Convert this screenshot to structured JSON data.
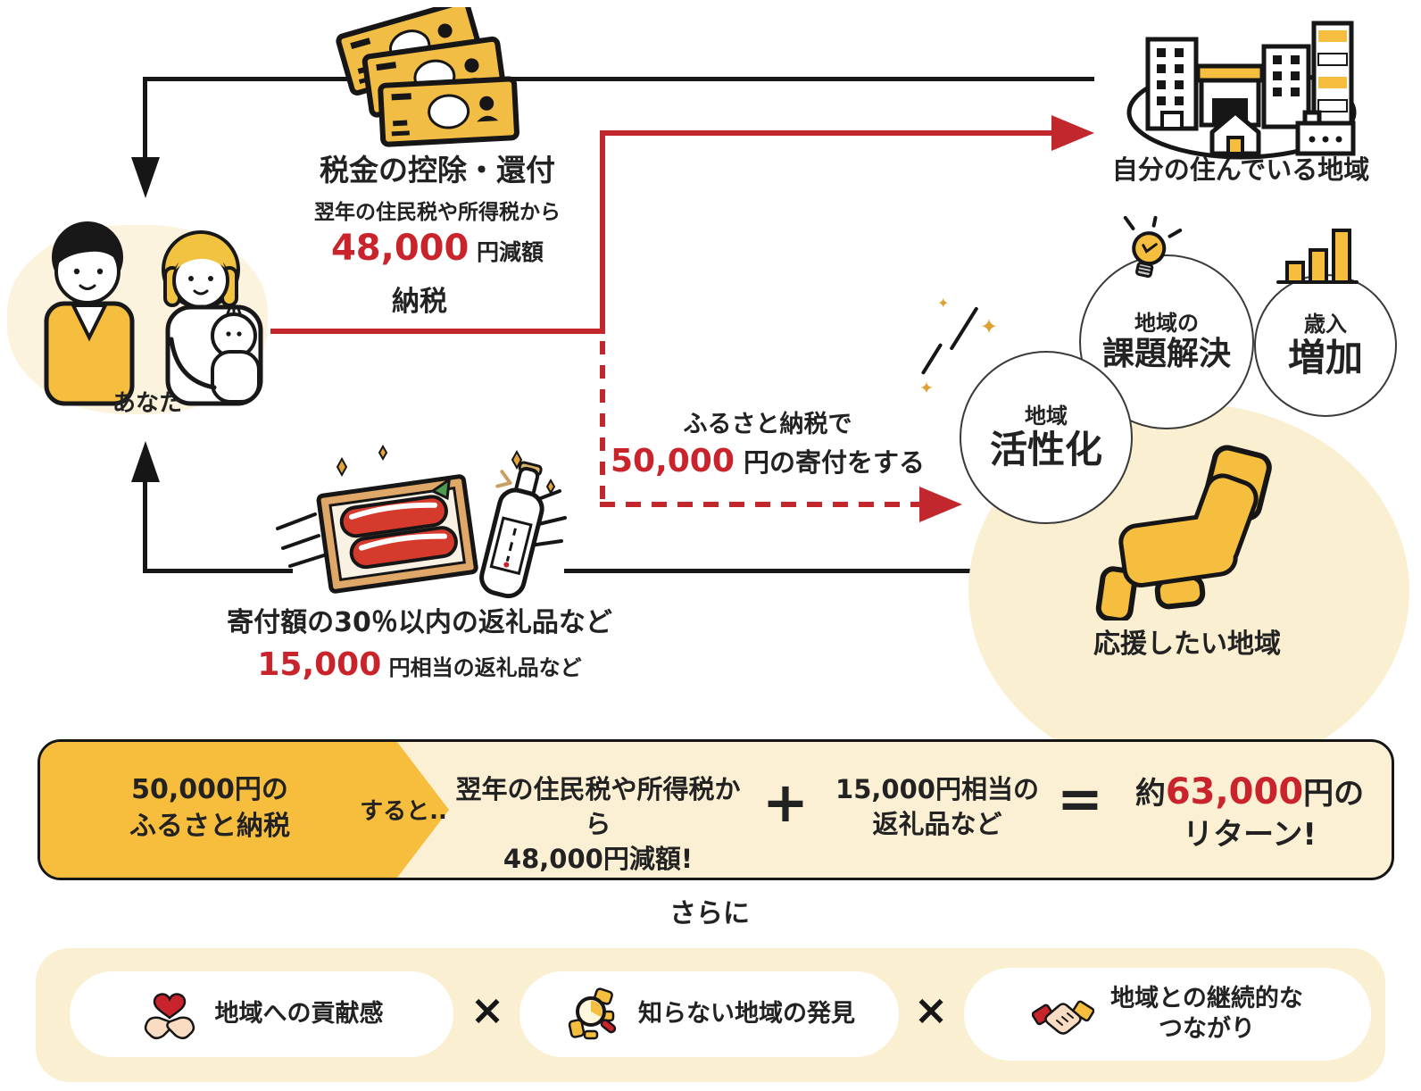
{
  "palette": {
    "accent_yellow": "#F6BE3E",
    "cream": "#FBF0D4",
    "red": "#C9242B",
    "arrow_red": "#C1272D",
    "line_black": "#161616",
    "text_dark": "#222222"
  },
  "diagram": {
    "you_label": "あなた",
    "tax_refund": {
      "title": "税金の控除・還付",
      "subtitle": "翌年の住民税や所得税から",
      "amount": "48,000",
      "amount_unit": "円減額"
    },
    "nozei_label": "納税",
    "home_region_label": "自分の住んでいる地域",
    "donation": {
      "line1": "ふるさと納税で",
      "amount": "50,000",
      "rest": "円の寄付をする"
    },
    "effects": {
      "solve_top": "地域の",
      "solve_main": "課題解決",
      "revenue_top": "歳入",
      "revenue_main": "増加",
      "vitalize_top": "地域",
      "vitalize_main": "活性化"
    },
    "support_region_label": "応援したい地域",
    "gift": {
      "line1": "寄付額の30％以内の返礼品など",
      "amount": "15,000",
      "rest": "円相当の返礼品など"
    }
  },
  "summary_banner": {
    "step1_line1": "50,000円の",
    "step1_line2": "ふるさと納税",
    "suruto": "すると..",
    "step2_line1": "翌年の住民税や所得税から",
    "step2_line2": "48,000円減額!",
    "plus": "+",
    "step3_line1": "15,000円相当の",
    "step3_line2": "返礼品など",
    "equals": "=",
    "result_prefix": "約",
    "result_amount": "63,000",
    "result_suffix": "円の",
    "result_line2": "リターン!"
  },
  "further": {
    "heading": "さらに",
    "item1": "地域への貢献感",
    "multiply": "×",
    "item2": "知らない地域の発見",
    "item3_line1": "地域との継続的な",
    "item3_line2": "つながり"
  },
  "icons": {
    "money_bills": "yellow banknotes",
    "city": "buildings on oval ground",
    "lightbulb": "idea bulb with rays",
    "bar_chart": "rising yellow bars",
    "sparkle": "✦",
    "japan_map": "yellow simplified Japan",
    "gift_box": "meat gift box and sake bottle",
    "heart_hands": "hands holding heart",
    "magnifier_map": "magnifier over map",
    "handshake": "shaking hands"
  }
}
